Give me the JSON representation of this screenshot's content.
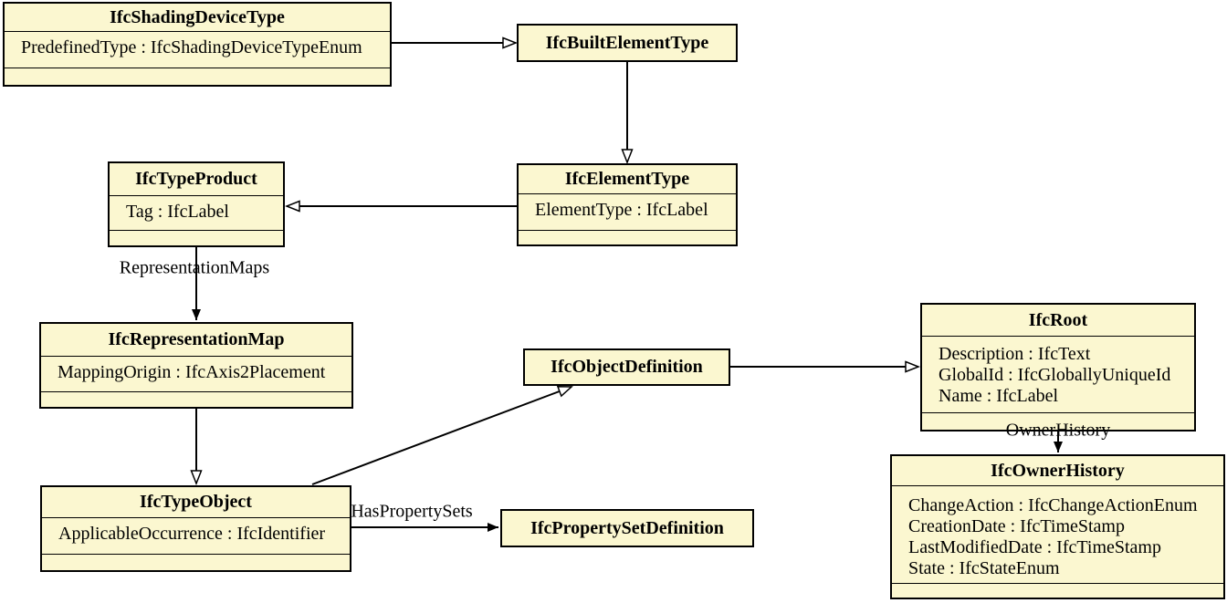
{
  "colors": {
    "background": "#ffffff",
    "node_fill": "#FBF7D0",
    "line": "#000000",
    "text": "#000000"
  },
  "nodes": {
    "shading_device_type": {
      "title": "IfcShadingDeviceType",
      "attributes": [
        "PredefinedType : IfcShadingDeviceTypeEnum"
      ]
    },
    "built_element_type": {
      "title": "IfcBuiltElementType",
      "attributes": []
    },
    "element_type": {
      "title": "IfcElementType",
      "attributes": [
        "ElementType : IfcLabel"
      ]
    },
    "type_product": {
      "title": "IfcTypeProduct",
      "attributes": [
        "Tag : IfcLabel"
      ]
    },
    "representation_map": {
      "title": "IfcRepresentationMap",
      "attributes": [
        "MappingOrigin : IfcAxis2Placement"
      ]
    },
    "object_definition": {
      "title": "IfcObjectDefinition",
      "attributes": []
    },
    "root": {
      "title": "IfcRoot",
      "attributes": [
        "Description : IfcText",
        "GlobalId : IfcGloballyUniqueId",
        "Name : IfcLabel"
      ]
    },
    "type_object": {
      "title": "IfcTypeObject",
      "attributes": [
        "ApplicableOccurrence : IfcIdentifier"
      ]
    },
    "property_set_definition": {
      "title": "IfcPropertySetDefinition",
      "attributes": []
    },
    "owner_history": {
      "title": "IfcOwnerHistory",
      "attributes": [
        "ChangeAction : IfcChangeActionEnum",
        "CreationDate : IfcTimeStamp",
        "LastModifiedDate : IfcTimeStamp",
        "State : IfcStateEnum"
      ]
    }
  },
  "edge_labels": {
    "representation_maps": "RepresentationMaps",
    "owner_history": "OwnerHistory",
    "has_property_sets": "HasPropertySets"
  }
}
